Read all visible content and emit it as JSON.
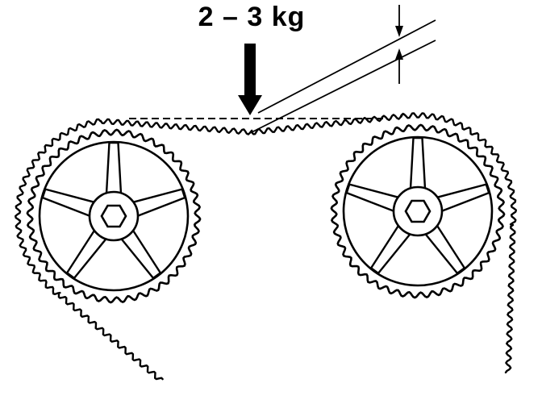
{
  "annotation": {
    "force_text": "2 – 3 kg"
  },
  "colors": {
    "ink": "#000000",
    "paper": "#ffffff"
  },
  "icons": {
    "force_arrow": "down-arrow-icon",
    "deflection_marker": "dimension-arrows-icon",
    "sprocket_hub": "hexagon-icon"
  },
  "components": [
    {
      "id": "left-sprocket",
      "spokes": 5
    },
    {
      "id": "right-sprocket",
      "spokes": 5
    }
  ]
}
